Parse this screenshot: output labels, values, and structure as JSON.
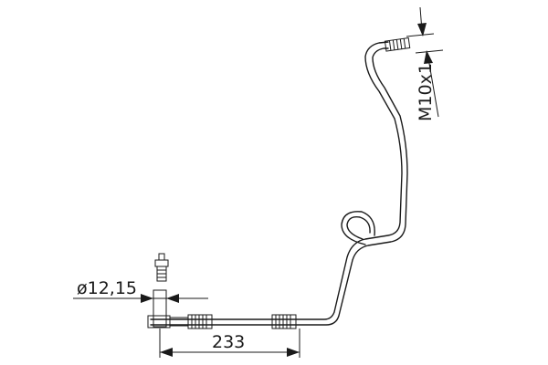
{
  "drawing": {
    "dimensions": {
      "diameter_label": "ø12,15",
      "length_label": "233",
      "thread_label": "M10x1"
    },
    "colors": {
      "line": "#1a1a1a",
      "background": "#ffffff"
    }
  }
}
